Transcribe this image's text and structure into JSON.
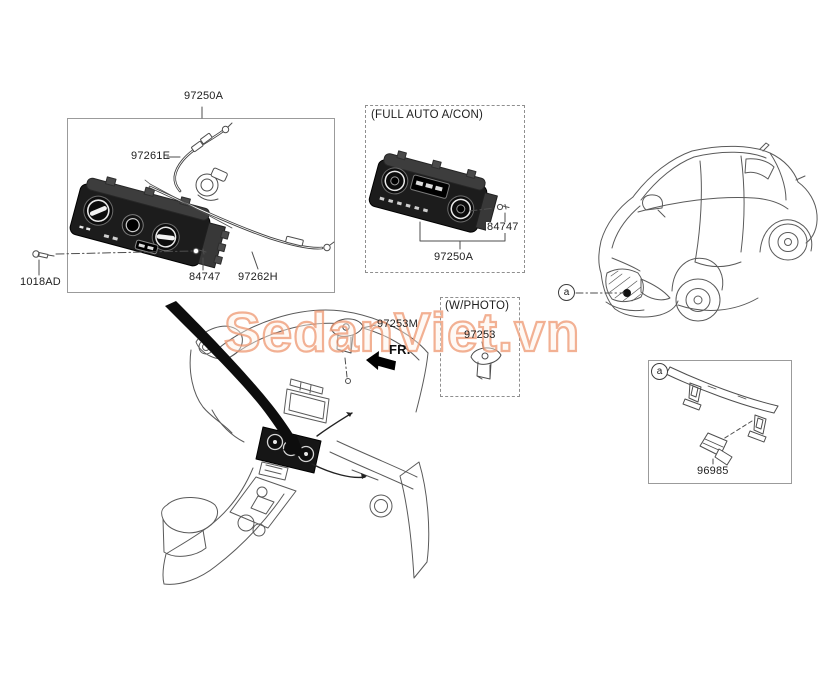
{
  "watermark": {
    "text": "SedanViet.vn",
    "stroke_color": "#ee9770",
    "fill_color": "#fdf1e9"
  },
  "colors": {
    "line": "#4e4e4e",
    "dark_part": "#1c1c1c",
    "box_border": "#9b9b9b",
    "label_text": "#1e1e1e"
  },
  "boxes": {
    "main": {
      "assembly_label": "97250A",
      "upper_cable_label": "97261E",
      "screw_label": "84747",
      "lower_cable_label": "97262H",
      "external_screw_label": "1018AD"
    },
    "full_auto": {
      "header": "(FULL AUTO A/CON)",
      "screw_label": "84747",
      "assembly_label": "97250A"
    },
    "photo": {
      "header": "(W/PHOTO)",
      "sensor_label": "97253"
    },
    "detail": {
      "ref": "a",
      "sensor_label": "96985"
    }
  },
  "dashboard": {
    "sensor_label": "97253M",
    "front_marker": "FR."
  },
  "car": {
    "detail_ref": "a"
  }
}
